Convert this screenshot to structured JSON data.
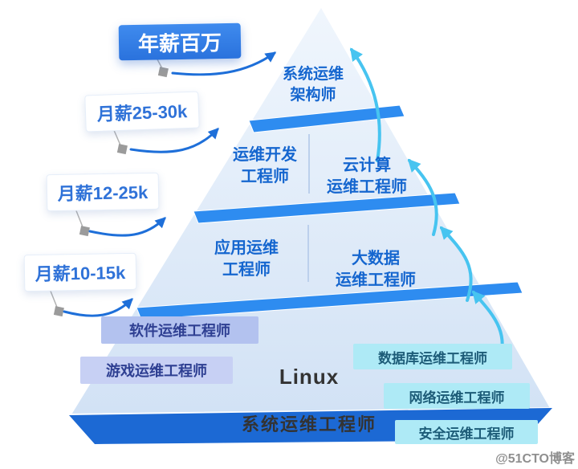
{
  "salary_labels": [
    {
      "label": "年薪百万"
    },
    {
      "label": "月薪25-30k"
    },
    {
      "label": "月薪12-25k"
    },
    {
      "label": "月薪10-15k"
    }
  ],
  "pyramid": {
    "tier1": "系统运维\n架构师",
    "tier2_left": "运维开发\n工程师",
    "tier2_right": "云计算\n运维工程师",
    "tier3_left": "应用运维\n工程师",
    "tier3_right": "大数据\n运维工程师",
    "tier4_line1": "Linux",
    "tier4_line2": "系统运维工程师"
  },
  "left_boxes": [
    {
      "label": "软件运维工程师"
    },
    {
      "label": "游戏运维工程师"
    }
  ],
  "right_boxes": [
    {
      "label": "数据库运维工程师"
    },
    {
      "label": "网络运维工程师"
    },
    {
      "label": "安全运维工程师"
    }
  ],
  "watermark": "@51CTO博客",
  "colors": {
    "highlight_box_blue": "#2e7ce5",
    "band_blue": "#2e8cf0",
    "base_band_blue": "#1c69d4",
    "pyramid_fill_top": "#f0f6fd",
    "pyramid_fill_bottom": "#d2e2f5",
    "pyramid_text_blue": "#1566cf",
    "left_role_box_fill": "#b9c7f1",
    "right_role_box_fill": "#aeeaf6",
    "arrow_blue": "#1e6fd9",
    "arrow_cyan": "#47c4f0"
  }
}
